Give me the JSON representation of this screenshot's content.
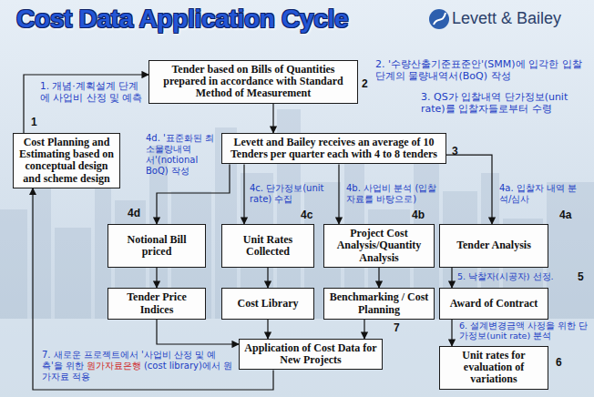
{
  "diagram": {
    "title": "Cost Data Application Cycle",
    "nodes": [
      {
        "text": [
          "Cost Planning and Estimating based on conceptual design and scheme design"
        ]
      },
      {
        "text": [
          "Tender based on Bills of Quantities prepared in accordance with Standard Method of Measurement"
        ]
      },
      {
        "text": [
          "Levett and Bailey receives an average of 10 Tenders per quarter each with 4 to 8 tenders"
        ]
      },
      {
        "text": [
          "Notional Bill priced"
        ]
      },
      {
        "text": [
          "Unit Rates Collected"
        ]
      },
      {
        "text": [
          "Project Cost Analysis/Quantity Analysis"
        ]
      },
      {
        "text": [
          "Tender Analysis"
        ]
      },
      {
        "text": [
          "Tender Price Indices"
        ]
      },
      {
        "text": [
          "Cost Library"
        ]
      },
      {
        "text": [
          "Benchmarking / Cost Planning"
        ]
      },
      {
        "text": [
          "Award of Contract"
        ]
      },
      {
        "text": [
          "Application of Cost Data for New Projects"
        ]
      },
      {
        "text": [
          "Unit rates for evaluation of variations"
        ]
      }
    ],
    "edges": [
      {
        "from": 0,
        "to": 1,
        "arrow": "to"
      },
      {
        "from": 1,
        "to": 2,
        "arrow": "to"
      },
      {
        "from": 2,
        "to": 3,
        "arrow": "to"
      },
      {
        "from": 2,
        "to": 4,
        "arrow": "to"
      },
      {
        "from": 2,
        "to": 5,
        "arrow": "to"
      },
      {
        "from": 2,
        "to": 6,
        "arrow": "to"
      },
      {
        "from": 3,
        "to": 7,
        "arrow": "to"
      },
      {
        "from": 4,
        "to": 8,
        "arrow": "to"
      },
      {
        "from": 5,
        "to": 9,
        "arrow": "to"
      },
      {
        "from": 6,
        "to": 10,
        "arrow": "to"
      },
      {
        "from": 10,
        "to": 12,
        "arrow": "to"
      },
      {
        "from": 7,
        "to": 11,
        "arrow": "to"
      },
      {
        "from": 8,
        "to": 11,
        "arrow": "to"
      },
      {
        "from": 9,
        "to": 11,
        "arrow": "to"
      },
      {
        "from": 11,
        "to": 0,
        "arrow": "to"
      }
    ],
    "labels": [
      "Levett & Bailey",
      "1",
      "1. 개념·계획설계 단계에 사업비 산정 및 예측",
      "2",
      "2. '수량산출기준표준안'(SMM)에 입각한 입찰단계의 물량내역서(BoQ) 작성",
      "3. QS가 입찰내역 단가정보(unit rate)를 입찰자들로부터 수령",
      "3",
      "4d. '표준화된 최소물량내역서'(notional BoQ) 작성",
      "4c. 단가정보(unit rate) 수집",
      "4b. 사업비 분석 (입찰자료를 바탕으로)",
      "4a. 입찰자 내역 분석/심사",
      "4d",
      "4c",
      "4b",
      "4a",
      "5. 낙찰자(시공자) 선정.",
      "5",
      "6. 설계변경금액 사정을 위한 단가정보(unit rate) 분석",
      "6",
      "7",
      "7. 새로운 프로젝트에서 '사업비 산정 및 예측'을 위한",
      "원가자료은행",
      "(cost library)에서 원가자료 적용"
    ]
  }
}
